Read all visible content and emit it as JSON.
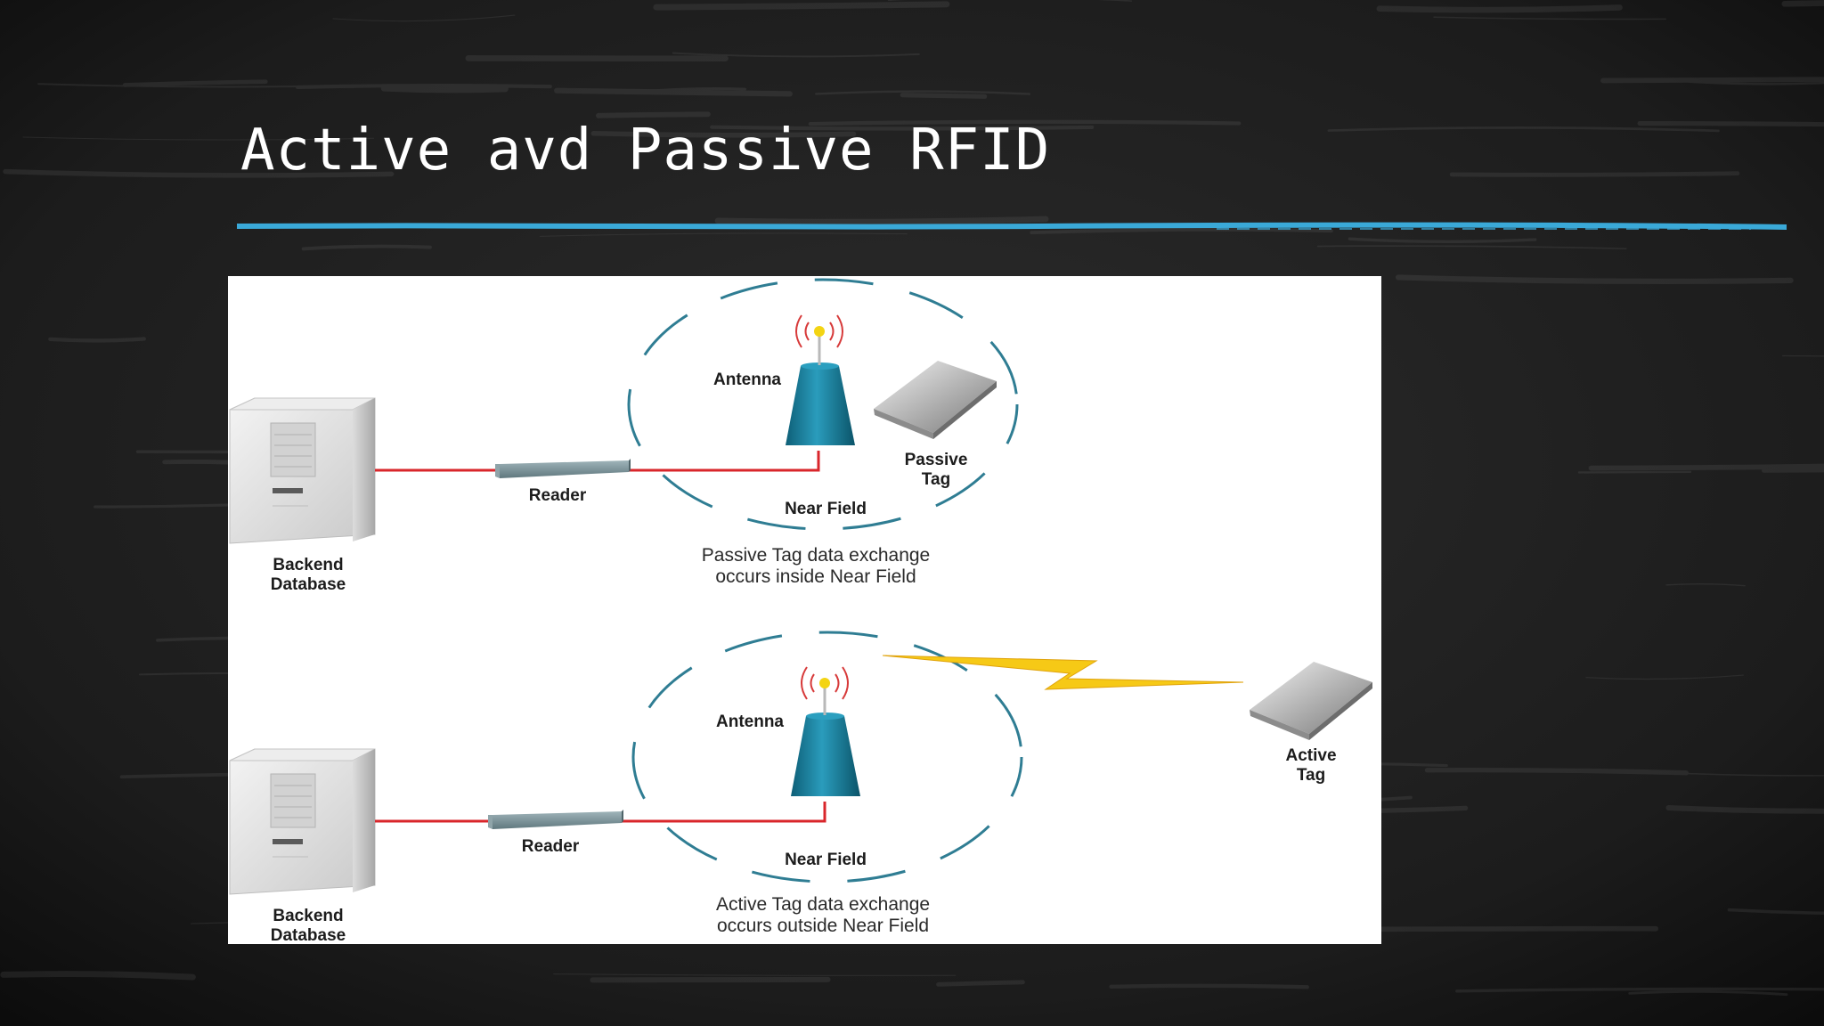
{
  "slide": {
    "title": "Active avd Passive RFID",
    "accent_color": "#3aa9d8",
    "background_color": "#1b1b1b"
  },
  "diagram": {
    "colors": {
      "link_line": "#d9262b",
      "field_ring": "#2f7d93",
      "antenna": "#167d99",
      "signal_wave": "#d73a3a",
      "lightning": "#f6c916"
    },
    "passive": {
      "backend_label": "Backend\nDatabase",
      "reader_label": "Reader",
      "antenna_label": "Antenna",
      "near_field_label": "Near Field",
      "tag_label": "Passive\nTag",
      "caption": "Passive Tag data exchange\noccurs inside Near Field"
    },
    "active": {
      "backend_label": "Backend\nDatabase",
      "reader_label": "Reader",
      "antenna_label": "Antenna",
      "near_field_label": "Near Field",
      "tag_label": "Active\nTag",
      "caption": "Active Tag data exchange\noccurs outside Near Field"
    }
  }
}
